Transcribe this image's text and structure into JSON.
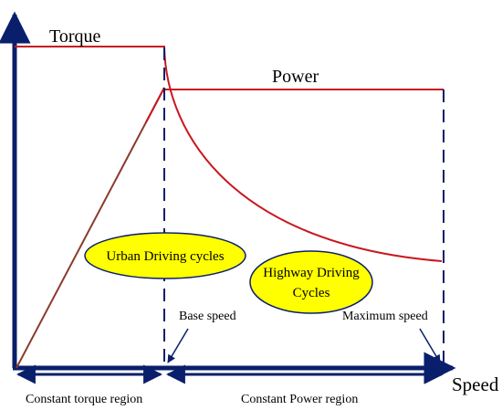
{
  "labels": {
    "torque": "Torque",
    "power": "Power",
    "speed": "Speed",
    "urban": "Urban Driving cycles",
    "highway_line1": "Highway Driving",
    "highway_line2": "Cycles",
    "base_speed": "Base speed",
    "max_speed": "Maximum speed",
    "constant_torque_region": "Constant torque region",
    "constant_power_region": "Constant Power region"
  },
  "colors": {
    "axis": "#0a1f6b",
    "torque_curve": "#c8171e",
    "power_ramp": "#8a3b2c",
    "ellipse_fill": "#ffff00",
    "dashed_line": "#0a1f6b"
  }
}
